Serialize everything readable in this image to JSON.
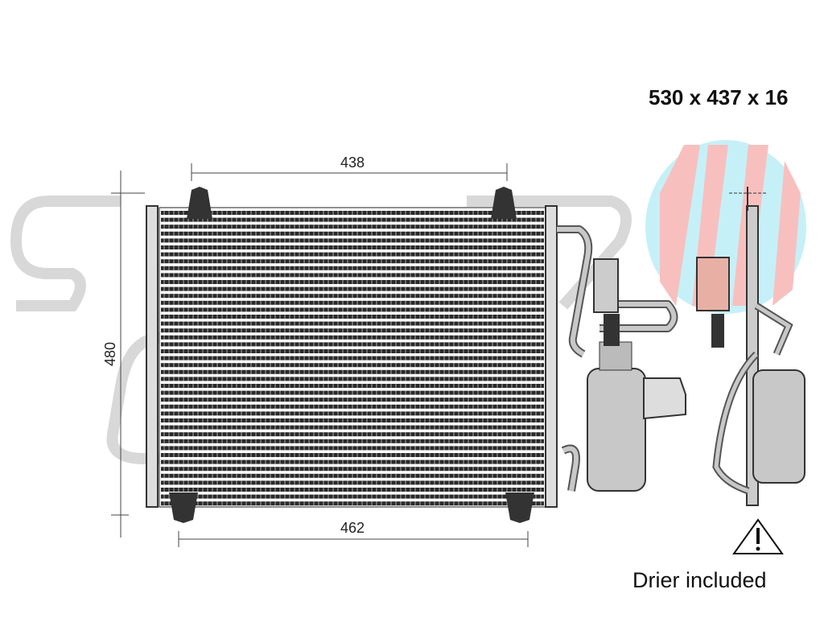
{
  "header": {
    "dimensions": "530 x 437 x 16"
  },
  "diagram": {
    "width_top": "438",
    "width_bottom": "462",
    "height": "480"
  },
  "footer": {
    "warning_icon": "warning-triangle-icon",
    "note": "Drier included"
  },
  "colors": {
    "core": "#2a2a2a",
    "pipe": "#c8c8c8",
    "watermark_grey": "#d4d4d4",
    "logo_red": "#f6b6b3",
    "logo_blue": "#bdeef7"
  }
}
